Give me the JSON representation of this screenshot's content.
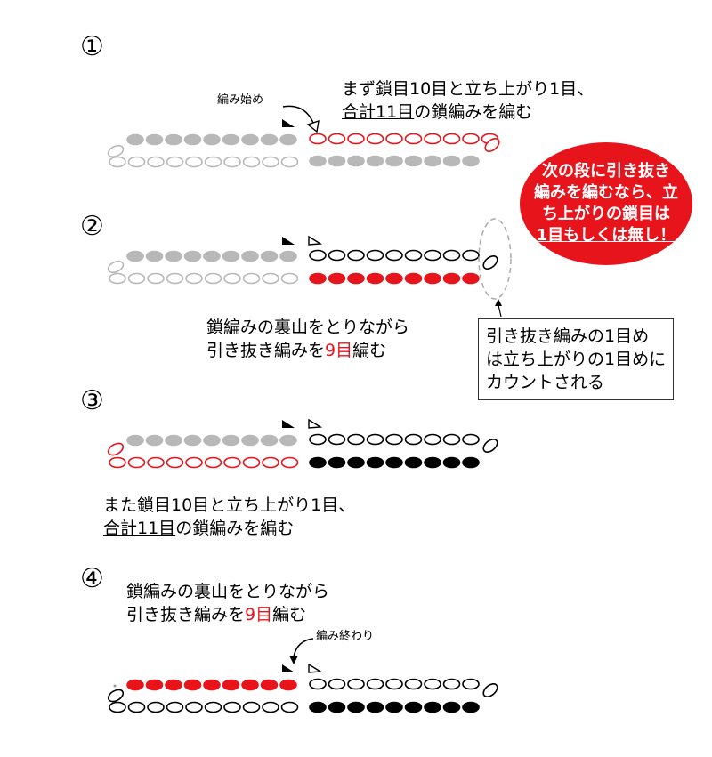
{
  "steps": [
    {
      "number": "①"
    },
    {
      "number": "②"
    },
    {
      "number": "③"
    },
    {
      "number": "④"
    }
  ],
  "step1": {
    "start_label": "編み始め",
    "line1": "まず鎖目10目と立ち上がり1目、",
    "line2_underlined": "合計11目",
    "line2_rest": "の鎖編みを編む"
  },
  "callout": {
    "line1": "次の段に引き抜き",
    "line2": "編みを編むなら、立",
    "line3": "ち上がりの鎖目は",
    "line4": "1目もしくは無し！"
  },
  "step2": {
    "line1": "鎖編みの裏山をとりながら",
    "line2_pre": "引き抜き編みを",
    "line2_red": "9目",
    "line2_post": "編む",
    "note_line1": "引き抜き編みの1目め",
    "note_line2": "は立ち上がりの1目めに",
    "note_line3": "カウントされる"
  },
  "step3": {
    "line1": "また鎖目10目と立ち上がり1目、",
    "line2_underlined": "合計11目",
    "line2_rest": "の鎖編みを編む"
  },
  "step4": {
    "line1": "鎖編みの裏山をとりながら",
    "line2_pre": "引き抜き編みを",
    "line2_red": "9目",
    "line2_post": "編む",
    "end_label": "編み終わり"
  },
  "colors": {
    "red": "#e8141c",
    "gray": "#b8b8b8",
    "black": "#000000"
  }
}
